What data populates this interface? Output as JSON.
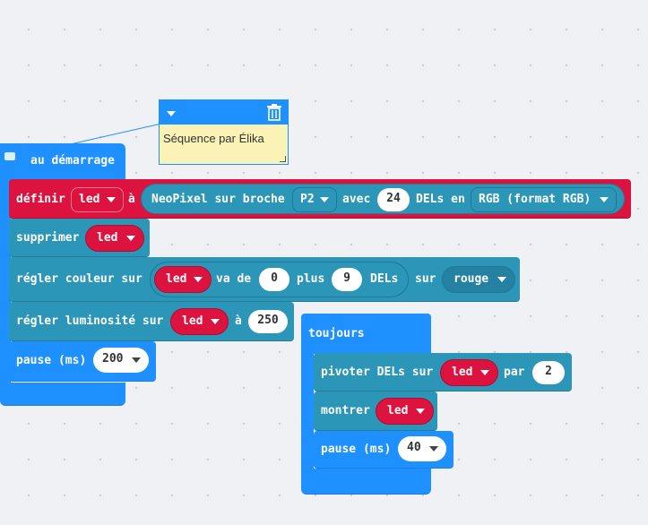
{
  "colors": {
    "basic": "#1e90ff",
    "variables": "#dc133f",
    "neopixel": "#2b96b7",
    "comment_bg": "#fbf2b6"
  },
  "comment": {
    "text": "Séquence par Élika",
    "icon_collapse": "chevron-down-icon",
    "icon_delete": "trash-icon"
  },
  "on_start": {
    "label": "au démarrage",
    "icon": "comment-icon",
    "define": {
      "label": "définir",
      "var": "led",
      "assign": "à",
      "neopixel_label": "NeoPixel sur broche",
      "pin": "P2",
      "with": "avec",
      "count": "24",
      "leds_in": "DELs en",
      "mode": "RGB (format RGB)"
    },
    "clear": {
      "label": "supprimer",
      "var": "led"
    },
    "set_color": {
      "label": "régler couleur sur",
      "var": "led",
      "from": "va de",
      "start": "0",
      "plus": "plus",
      "length": "9",
      "leds": "DELs",
      "on": "sur",
      "color": "rouge"
    },
    "brightness": {
      "label": "régler luminosité sur",
      "var": "led",
      "to": "à",
      "value": "250"
    },
    "pause": {
      "label": "pause (ms)",
      "value": "200"
    }
  },
  "forever": {
    "label": "toujours",
    "rotate": {
      "label": "pivoter DELs sur",
      "var": "led",
      "by": "par",
      "value": "2"
    },
    "show": {
      "label": "montrer",
      "var": "led"
    },
    "pause": {
      "label": "pause (ms)",
      "value": "40"
    }
  }
}
